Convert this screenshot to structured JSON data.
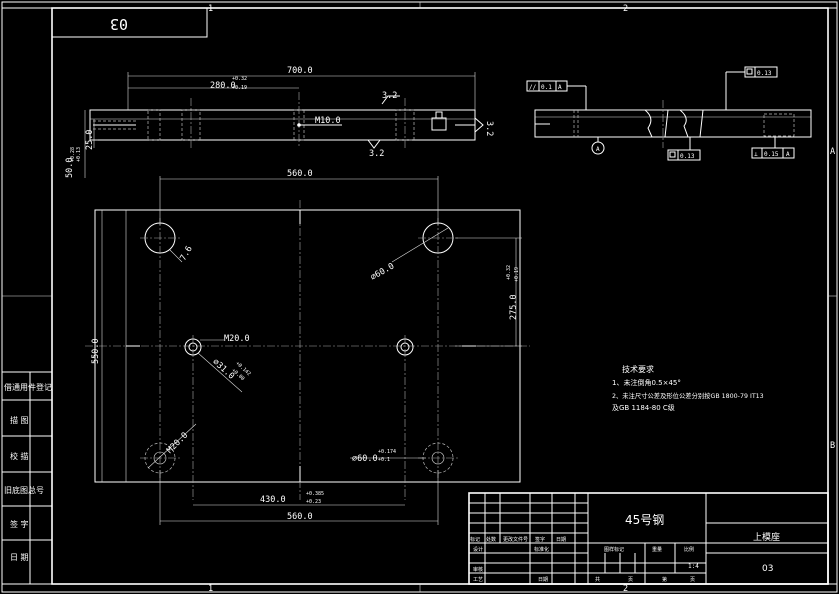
{
  "drawing": {
    "code_box": "03",
    "zone_top": [
      "1",
      "2"
    ],
    "zone_right": [
      "A",
      "B"
    ],
    "side_stamps": [
      "借通用件登记",
      "描 图",
      "校 描",
      "旧底图总号",
      "签 字",
      "日 期"
    ],
    "top_view_dims": {
      "overall_length": "700.0",
      "hole_offset": "280.0",
      "hole_offset_tol_hi": "+0.32",
      "hole_offset_tol_lo": "+0.19",
      "thread": "M10.0",
      "roughness_top": "3.2",
      "roughness_bottom": "3.2",
      "roughness_right": "3.2",
      "height_a": "25.0",
      "height_b": "50.0",
      "height_b_tol_hi": "+0.28",
      "height_b_tol_lo": "+0.13"
    },
    "right_view": {
      "parallel_tol": "0.1",
      "parallel_datum": "A",
      "square_tol": "0.13",
      "flat_tol": "0.13",
      "perp_tol": "0.15",
      "perp_datum": "A",
      "datum_label": "A"
    },
    "plan_view_dims": {
      "width_top": "560.0",
      "width_bottom": "560.0",
      "height": "550.0",
      "vertical_offset": "275.0",
      "vertical_offset_tol_hi": "+0.32",
      "vertical_offset_tol_lo": "+0.19",
      "hole_dia_1": "⌀60.0",
      "hole_dia_2": "⌀60.0",
      "hole_dia_2_tol_hi": "+0.174",
      "hole_dia_2_tol_lo": "+0.1",
      "chamfer": "7.6",
      "thread_1": "M20.0",
      "thread_2": "M20.0",
      "small_hole": "⌀31.0",
      "small_hole_tol_hi": "+0.142",
      "small_hole_tol_lo": "+0.08",
      "inner_spacing": "430.0",
      "inner_spacing_tol_hi": "+0.385",
      "inner_spacing_tol_lo": "+0.23"
    },
    "tech_notes": {
      "title": "技术要求",
      "line1": "1、未注倒角0.5×45°",
      "line2": "2、未注尺寸公差及形位公差分别按GB 1800-79 IT13",
      "line3": "及GB 1184-80 C级"
    },
    "title_block": {
      "material": "45号钢",
      "part_name": "上模座",
      "drawing_no": "03",
      "scale_value": "1:4",
      "labels": {
        "mark": "标记",
        "count": "处数",
        "change_doc": "更改文件号",
        "sign": "签字",
        "date": "日期",
        "design": "设计",
        "standardize": "标准化",
        "stage_mark": "图样标记",
        "weight": "重量",
        "scale": "比例",
        "review": "审核",
        "process": "工艺",
        "date2": "日期",
        "total": "共",
        "sheet": "页",
        "page_no": "第",
        "sheet2": "页"
      }
    }
  }
}
